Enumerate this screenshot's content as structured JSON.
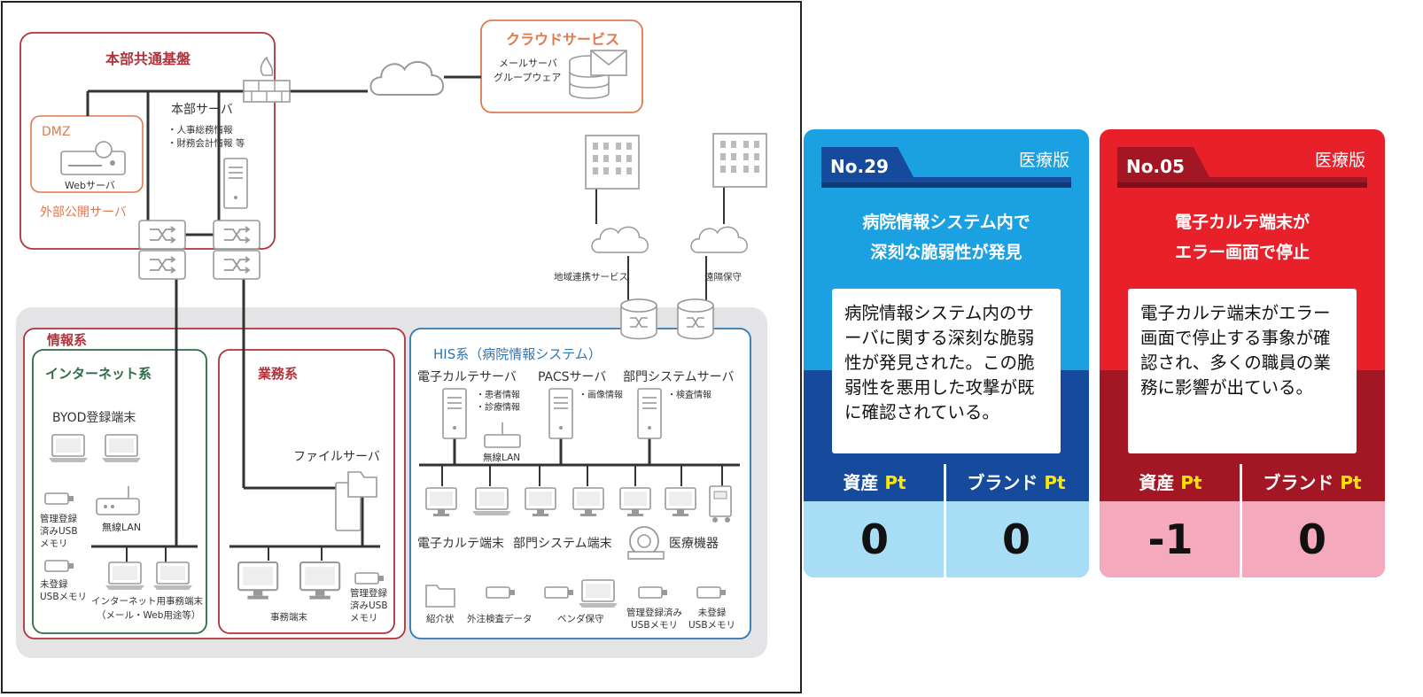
{
  "diagram": {
    "hq": {
      "title": "本部共通基盤",
      "dmz": "DMZ",
      "web_server": "Webサーバ",
      "public_server": "外部公開サーバ",
      "hq_server": "本部サーバ",
      "hq_info1": "・人事総務情報",
      "hq_info2": "・財務会計情報 等"
    },
    "cloud_service": {
      "title": "クラウドサービス",
      "line1": "メールサーバ",
      "line2": "グループウェア"
    },
    "regional": {
      "service": "地域連携サービス",
      "remote": "遠隔保守"
    },
    "info_sys": {
      "title": "情報系",
      "internet": {
        "title": "インターネット系",
        "byod": "BYOD登録端末",
        "wifi": "無線LAN",
        "usb_reg1": "管理登録",
        "usb_reg2": "済みUSB",
        "usb_reg3": "メモリ",
        "usb_unreg1": "未登録",
        "usb_unreg2": "USBメモリ",
        "terminal1": "インターネット用事務端末",
        "terminal2": "（メール・Web用途等）"
      },
      "business": {
        "title": "業務系",
        "file_server": "ファイルサーバ",
        "office_terminal": "事務端末",
        "usb1": "管理登録",
        "usb2": "済みUSB",
        "usb3": "メモリ"
      }
    },
    "his": {
      "title": "HIS系（病院情報システム）",
      "emr_server": "電子カルテサーバ",
      "emr_info1": "・患者情報",
      "emr_info2": "・診療情報",
      "pacs_server": "PACSサーバ",
      "pacs_info": "・画像情報",
      "dept_server": "部門システムサーバ",
      "dept_info": "・検査情報",
      "wifi": "無線LAN",
      "emr_terminal": "電子カルテ端末",
      "dept_terminal": "部門システム端末",
      "medical_device": "医療機器",
      "referral": "紹介状",
      "external_data": "外注検査データ",
      "vendor": "ベンダ保守",
      "usb_reg1": "管理登録済み",
      "usb_reg2": "USBメモリ",
      "usb_unreg1": "未登録",
      "usb_unreg2": "USBメモリ"
    }
  },
  "cards": [
    {
      "number": "No.29",
      "edition": "医療版",
      "title_line1": "病院情報システム内で",
      "title_line2": "深刻な脆弱性が発見",
      "body": "病院情報システム内のサーバに関する深刻な脆弱性が発見された。この脆弱性を悪用した攻撃が既に確認されている。",
      "asset_label": "資産",
      "brand_label": "ブランド",
      "pt": "Pt",
      "asset_value": "0",
      "brand_value": "0"
    },
    {
      "number": "No.05",
      "edition": "医療版",
      "title_line1": "電子カルテ端末が",
      "title_line2": "エラー画面で停止",
      "body": "電子カルテ端末がエラー画面で停止する事象が確認され、多くの職員の業務に影響が出ている。",
      "asset_label": "資産",
      "brand_label": "ブランド",
      "pt": "Pt",
      "asset_value": "-1",
      "brand_value": "0"
    }
  ],
  "colors": {
    "hq_red": "#b0323b",
    "dmz_orange": "#e07a4e",
    "internet_green": "#2e6b46",
    "his_blue": "#2f76b4",
    "card1_light": "#1ba0e2",
    "card1_dark": "#154a9c",
    "card1_pale": "#a8def5",
    "card2_light": "#e8202a",
    "card2_dark": "#a31725",
    "card2_pale": "#f4a9bd"
  }
}
